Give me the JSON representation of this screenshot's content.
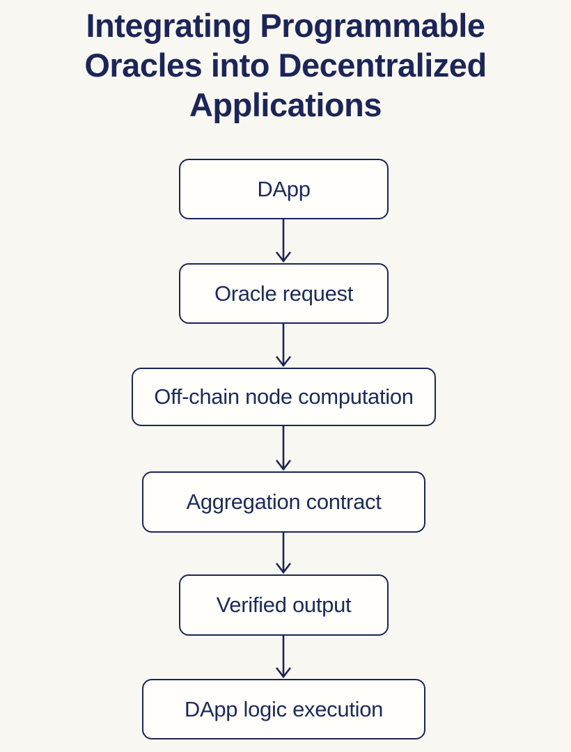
{
  "title": {
    "lines": [
      "Integrating Programmable",
      "Oracles into Decentralized",
      "Applications"
    ],
    "full_text": "Integrating Programmable Oracles into Decentralized Applications"
  },
  "diagram": {
    "type": "flowchart",
    "direction": "top-to-bottom",
    "nodes": [
      {
        "id": "dapp",
        "label": "DApp"
      },
      {
        "id": "oracle-request",
        "label": "Oracle request"
      },
      {
        "id": "off-chain-node-computation",
        "label": "Off-chain node computation"
      },
      {
        "id": "aggregation-contract",
        "label": "Aggregation contract"
      },
      {
        "id": "verified-output",
        "label": "Verified output"
      },
      {
        "id": "dapp-logic-execution",
        "label": "DApp logic execution"
      }
    ],
    "edges": [
      {
        "from": "dapp",
        "to": "oracle-request"
      },
      {
        "from": "oracle-request",
        "to": "off-chain-node-computation"
      },
      {
        "from": "off-chain-node-computation",
        "to": "aggregation-contract"
      },
      {
        "from": "aggregation-contract",
        "to": "verified-output"
      },
      {
        "from": "verified-output",
        "to": "dapp-logic-execution"
      }
    ]
  },
  "colors": {
    "background": "#f9f7f1",
    "node_fill": "#fffefa",
    "outline": "#1a2456",
    "title_text": "#1b2558",
    "node_text": "#1b2a5a"
  }
}
